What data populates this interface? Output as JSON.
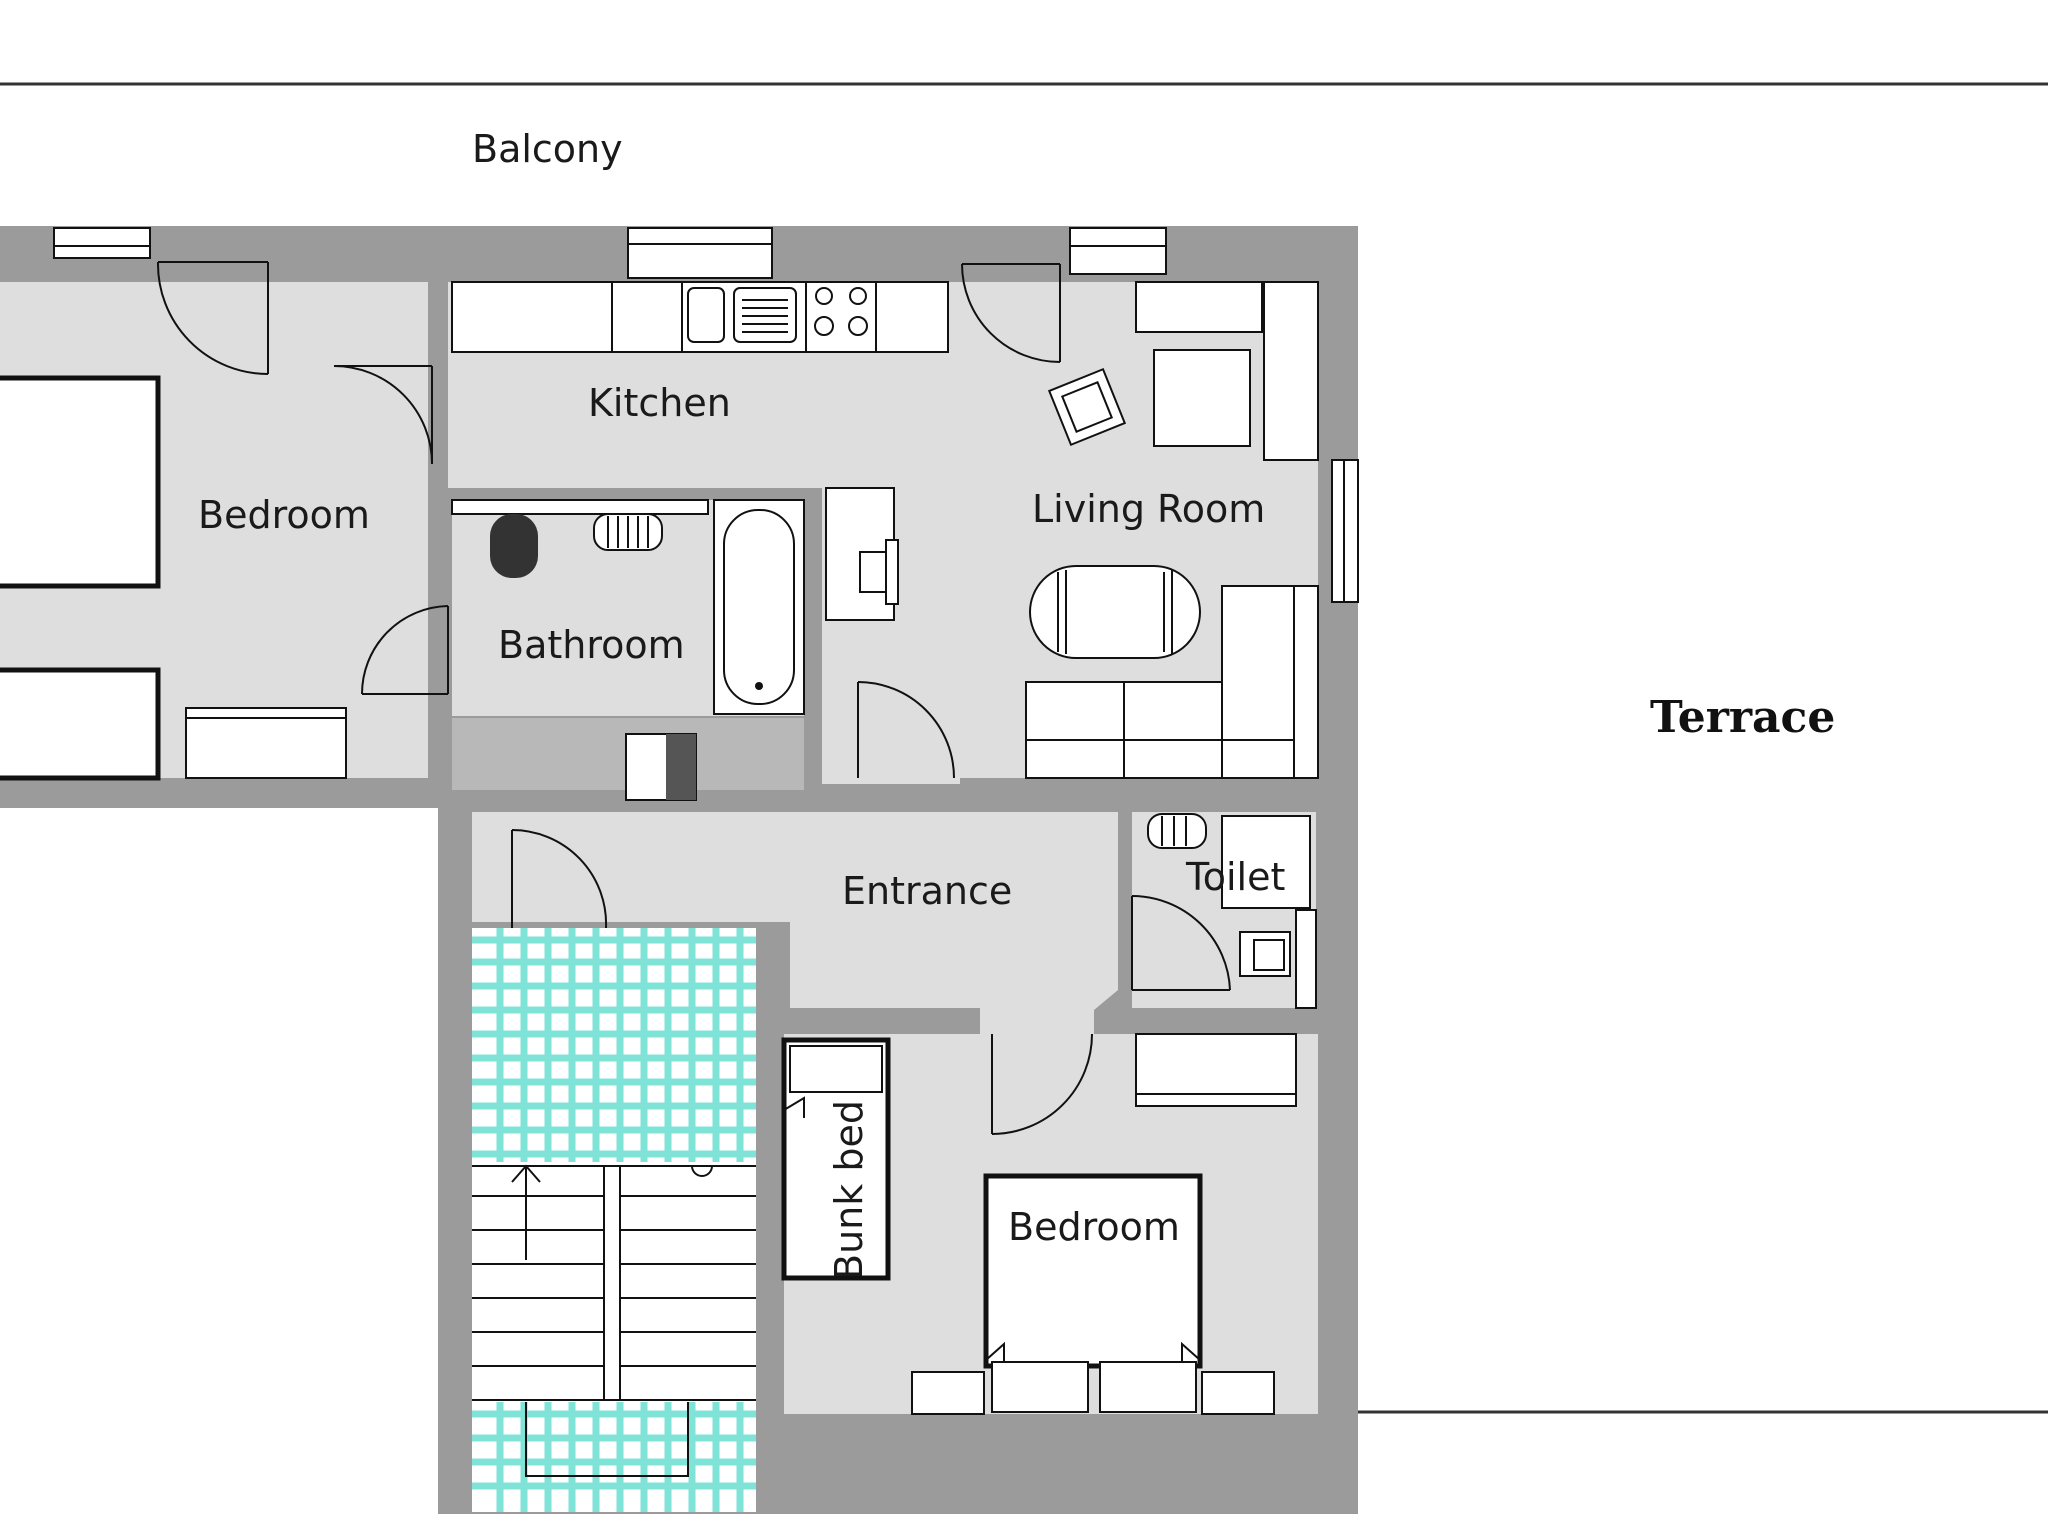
{
  "labels": {
    "balcony": "Balcony",
    "kitchen": "Kitchen",
    "bedroom_left": "Bedroom",
    "living_room": "Living Room",
    "bathroom": "Bathroom",
    "entrance": "Entrance",
    "toilet": "Toilet",
    "bunk_bed": "Bunk bed",
    "bedroom_bottom": "Bedroom",
    "terrace": "Terrace"
  },
  "colors": {
    "wall": "#9b9b9b",
    "floor": "#dedede",
    "tile": "#7fe3d8",
    "ink": "#111111"
  }
}
